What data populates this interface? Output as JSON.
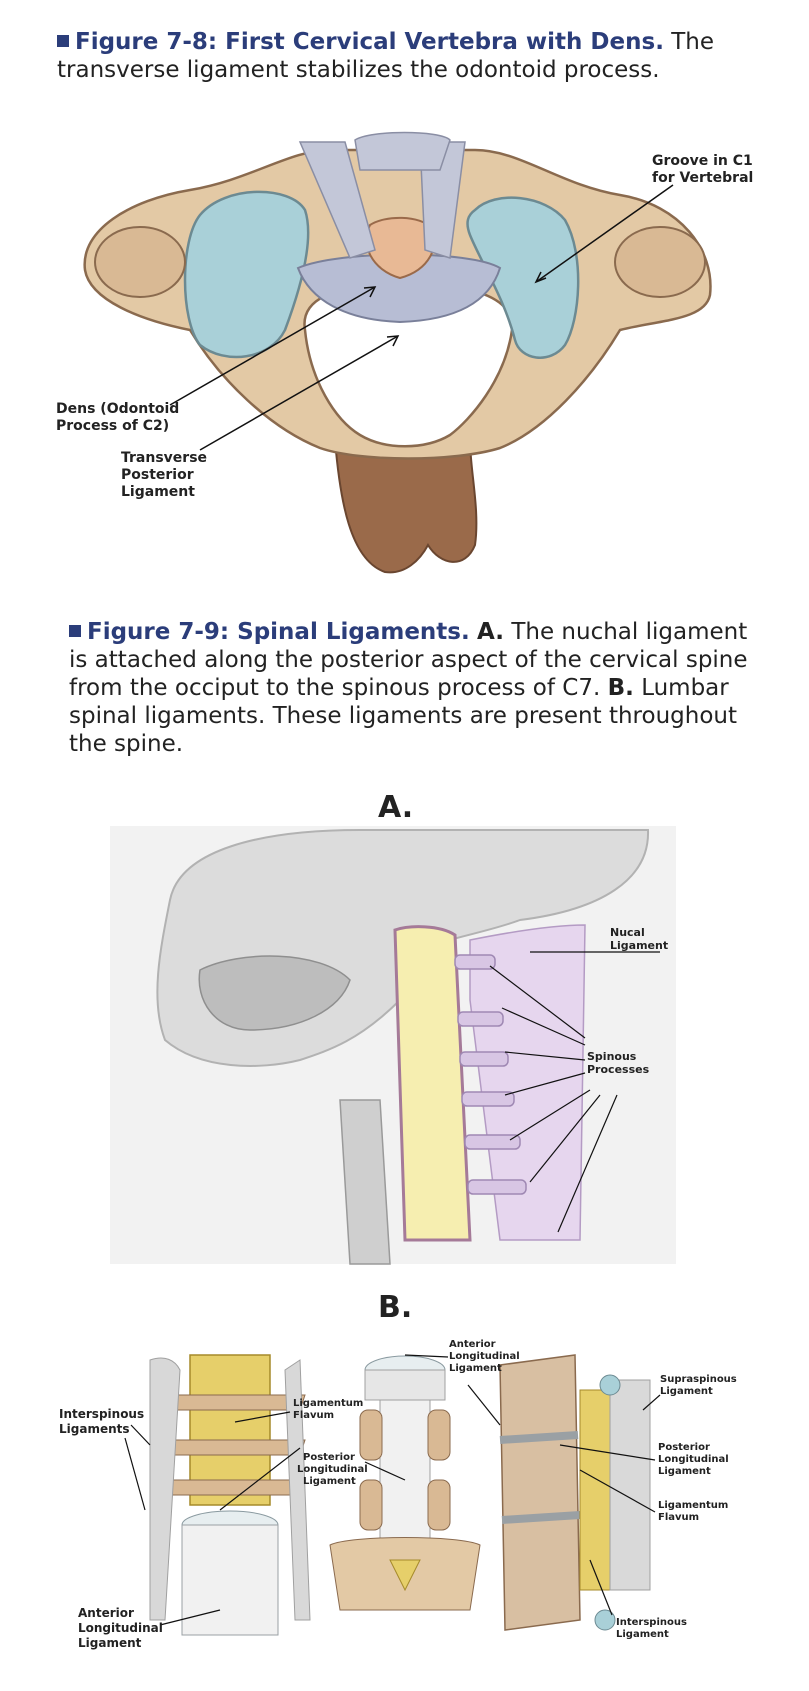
{
  "fig78": {
    "number": "Figure 7-8: First Cervical Vertebra with Dens.",
    "text": "The transverse ligament stabilizes the odontoid process.",
    "labels": {
      "groove": [
        "Groove in C1",
        "for Vertebral"
      ],
      "dens": [
        "Dens (Odontoid",
        "Process of C2)"
      ],
      "transverse": [
        "Transverse",
        "Posterior",
        "Ligament"
      ]
    }
  },
  "fig79": {
    "number": "Figure 7-9: Spinal Ligaments.",
    "a_letter": "A.",
    "a_text": "The nuchal ligament is attached along the posterior aspect of the cervical spine from the occiput to the spinous process of C7.",
    "b_letter": "B.",
    "b_text": "Lumbar spinal ligaments. These ligaments are present throughout the spine.",
    "panel_a": {
      "letter": "A.",
      "labels": {
        "nucal": [
          "Nucal",
          "Ligament"
        ],
        "spinous": [
          "Spinous",
          "Processes"
        ]
      }
    },
    "panel_b": {
      "letter": "B.",
      "labels": {
        "interspinous_left": [
          "Interspinous",
          "Ligaments"
        ],
        "flavum_left": [
          "Ligamentum",
          "Flavum"
        ],
        "anterior_left": [
          "Anterior",
          "Longitudinal",
          "Ligament"
        ],
        "anterior_top": [
          "Anterior",
          "Longitudinal",
          "Ligament"
        ],
        "posterior_mid": [
          "Posterior",
          "Longitudinal",
          "Ligament"
        ],
        "supraspinous": [
          "Supraspinous",
          "Ligament"
        ],
        "posterior_right": [
          "Posterior",
          "Longitudinal",
          "Ligament"
        ],
        "flavum_right": [
          "Ligamentum",
          "Flavum"
        ],
        "interspinous_right": [
          "Interspinous",
          "Ligament"
        ]
      }
    }
  }
}
